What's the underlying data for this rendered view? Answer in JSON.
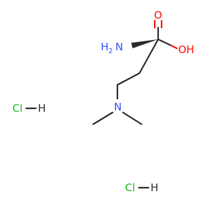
{
  "molecule": {
    "atoms": {
      "amine_n": "N",
      "amine_h2": "H",
      "amine_h2_count": "2",
      "carbonyl_o": "O",
      "hydroxyl": "OH",
      "dimethyl_n": "N"
    },
    "salts": [
      {
        "cl": "Cl",
        "h": "H"
      },
      {
        "cl": "Cl",
        "h": "H"
      }
    ]
  },
  "colors": {
    "bond": "#2b2b2b",
    "nitrogen": "#3050f8",
    "oxygen": "#ff0d0d",
    "chlorine": "#1db81d"
  }
}
